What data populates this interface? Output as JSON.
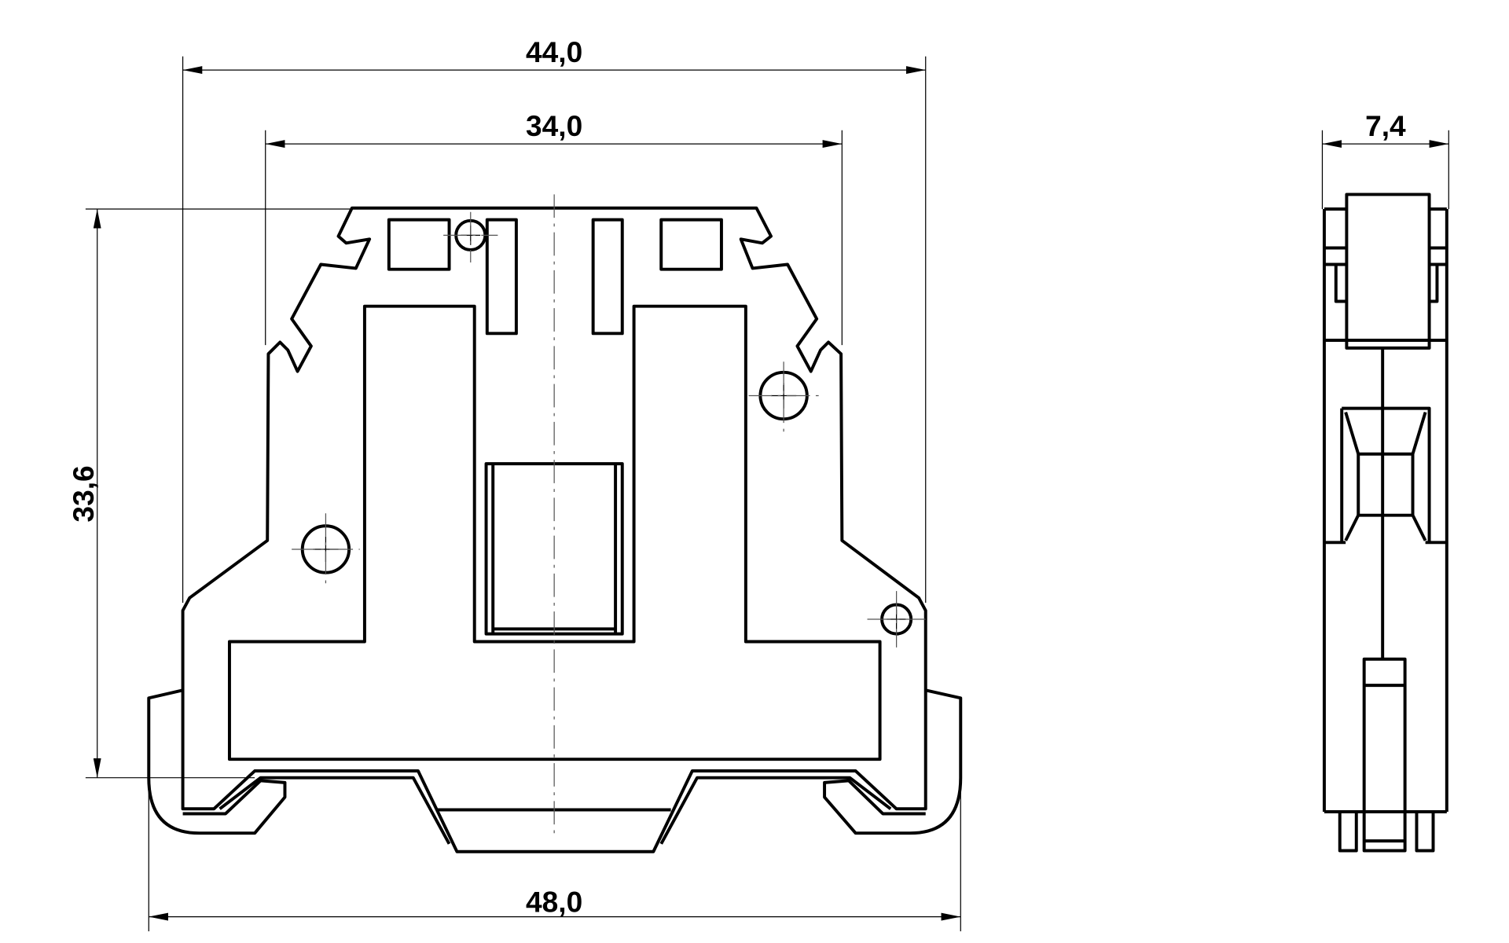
{
  "drawing": {
    "units": "mm",
    "dimensions": {
      "overall_width": "44,0",
      "body_width": "34,0",
      "base_width": "48,0",
      "height": "33,6",
      "side_thickness": "7,4"
    }
  },
  "colors": {
    "line": "#000000",
    "background": "#ffffff"
  }
}
